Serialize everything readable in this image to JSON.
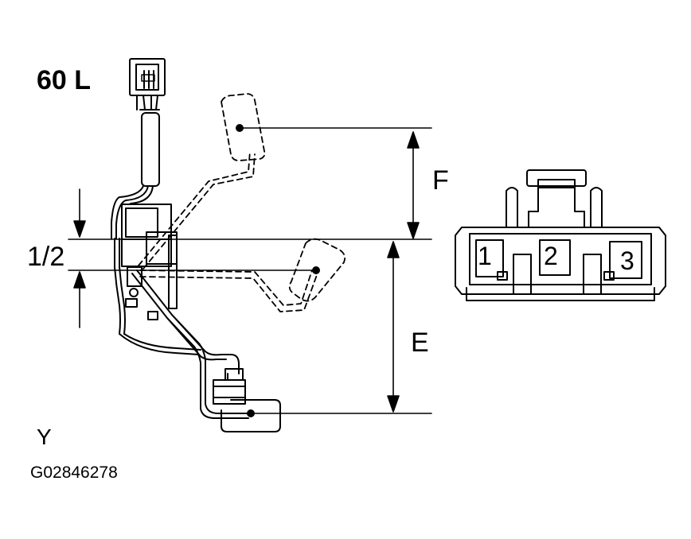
{
  "diagram": {
    "title": "60 L",
    "figure_id": "G02846278",
    "view_label": "Y",
    "dimensions": {
      "upper": "F",
      "middle": "1/2",
      "lower": "E"
    },
    "connector_pins": [
      "1",
      "2",
      "3"
    ]
  }
}
